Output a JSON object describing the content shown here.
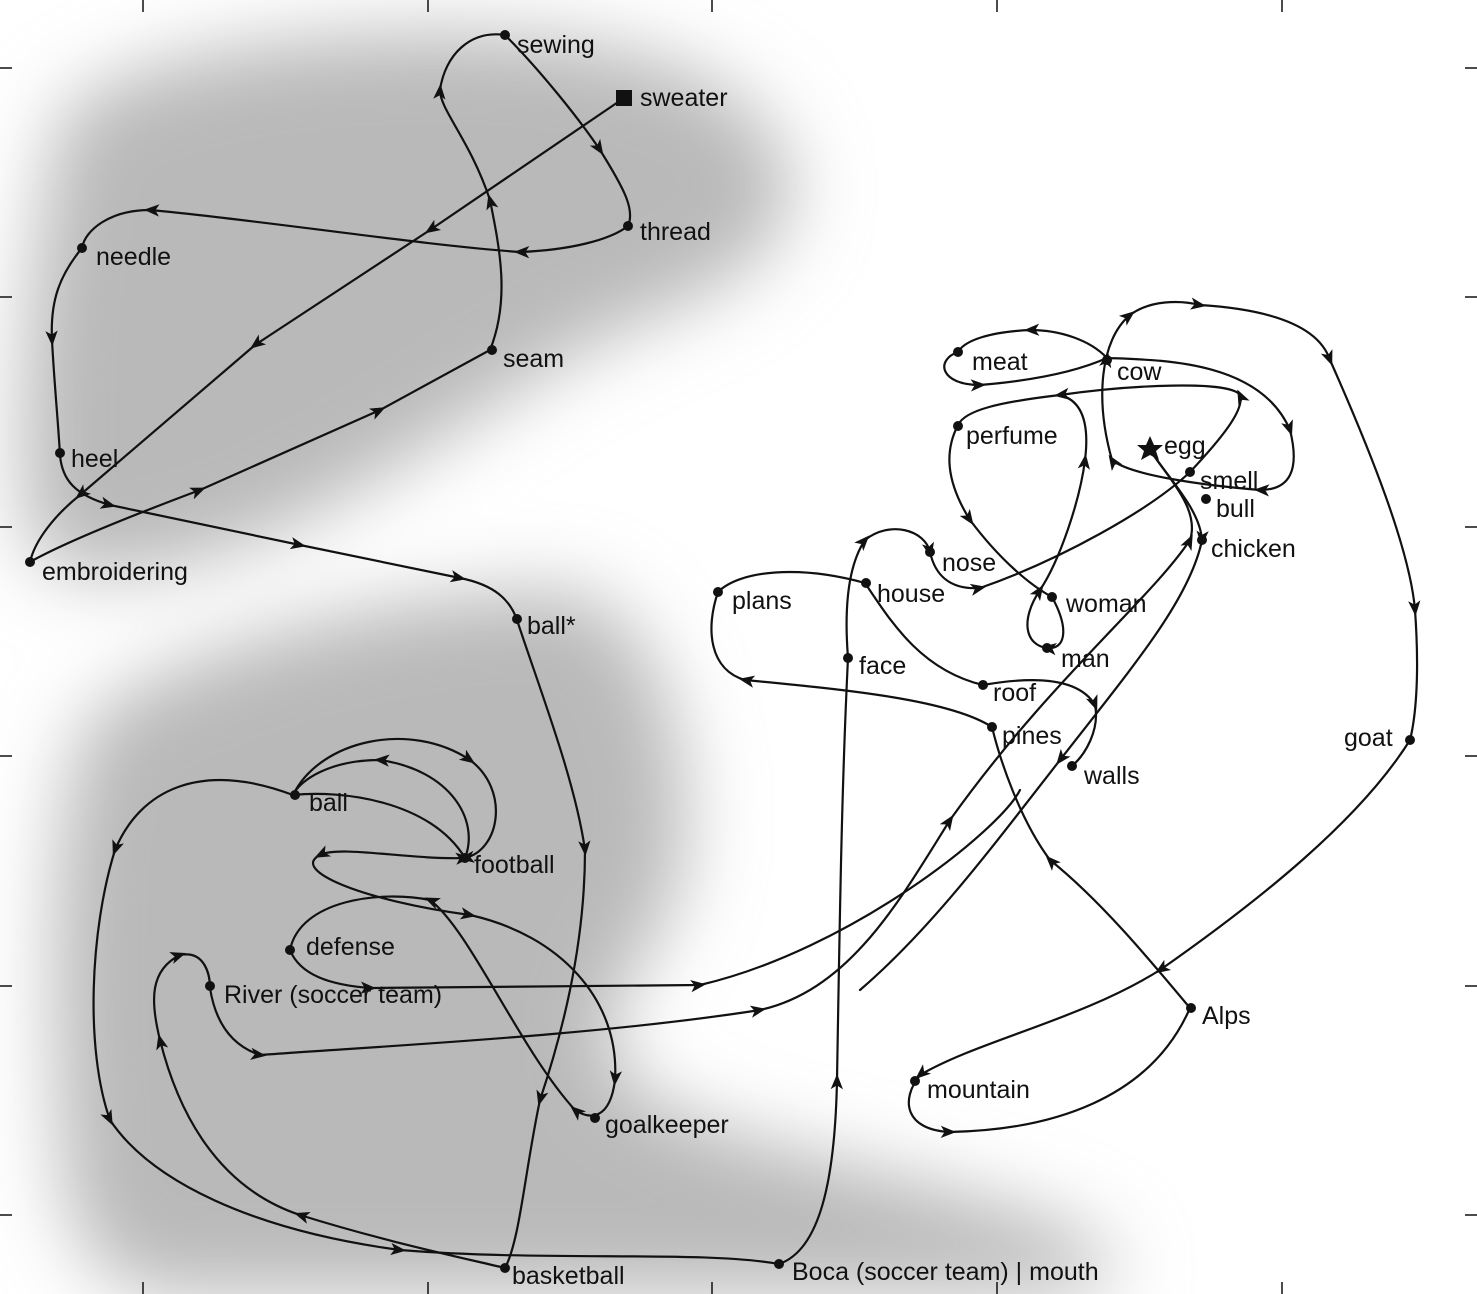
{
  "nodes": [
    {
      "id": "sewing",
      "label": "sewing",
      "marker": "dot"
    },
    {
      "id": "sweater",
      "label": "sweater",
      "marker": "square"
    },
    {
      "id": "thread",
      "label": "thread",
      "marker": "dot"
    },
    {
      "id": "needle",
      "label": "needle",
      "marker": "dot"
    },
    {
      "id": "seam",
      "label": "seam",
      "marker": "dot"
    },
    {
      "id": "heel",
      "label": "heel",
      "marker": "dot"
    },
    {
      "id": "embroidering",
      "label": "embroidering",
      "marker": "dot"
    },
    {
      "id": "ball_star",
      "label": "ball*",
      "marker": "dot"
    },
    {
      "id": "ball",
      "label": "ball",
      "marker": "dot"
    },
    {
      "id": "football",
      "label": "football",
      "marker": "dot"
    },
    {
      "id": "defense",
      "label": "defense",
      "marker": "dot"
    },
    {
      "id": "river",
      "label": "River (soccer team)",
      "marker": "dot"
    },
    {
      "id": "goalkeeper",
      "label": "goalkeeper",
      "marker": "dot"
    },
    {
      "id": "basketball",
      "label": "basketball",
      "marker": "dot"
    },
    {
      "id": "boca",
      "label": "Boca (soccer team) | mouth",
      "marker": "dot"
    },
    {
      "id": "meat",
      "label": "meat",
      "marker": "dot"
    },
    {
      "id": "cow",
      "label": "cow",
      "marker": "dot"
    },
    {
      "id": "perfume",
      "label": "perfume",
      "marker": "dot"
    },
    {
      "id": "egg",
      "label": "egg",
      "marker": "star"
    },
    {
      "id": "smell",
      "label": "smell",
      "marker": "dot"
    },
    {
      "id": "bull",
      "label": "bull",
      "marker": "dot"
    },
    {
      "id": "chicken",
      "label": "chicken",
      "marker": "dot"
    },
    {
      "id": "nose",
      "label": "nose",
      "marker": "dot"
    },
    {
      "id": "house",
      "label": "house",
      "marker": "dot"
    },
    {
      "id": "plans",
      "label": "plans",
      "marker": "dot"
    },
    {
      "id": "woman",
      "label": "woman",
      "marker": "dot"
    },
    {
      "id": "man",
      "label": "man",
      "marker": "dot"
    },
    {
      "id": "face",
      "label": "face",
      "marker": "dot"
    },
    {
      "id": "roof",
      "label": "roof",
      "marker": "dot"
    },
    {
      "id": "pines",
      "label": "pines",
      "marker": "dot"
    },
    {
      "id": "walls",
      "label": "walls",
      "marker": "dot"
    },
    {
      "id": "goat",
      "label": "goat",
      "marker": "dot"
    },
    {
      "id": "alps",
      "label": "Alps",
      "marker": "dot"
    },
    {
      "id": "mountain",
      "label": "mountain",
      "marker": "dot"
    }
  ],
  "colors": {
    "cluster_shade": "#b9b9b9",
    "line": "#111111",
    "background": "#ffffff"
  }
}
